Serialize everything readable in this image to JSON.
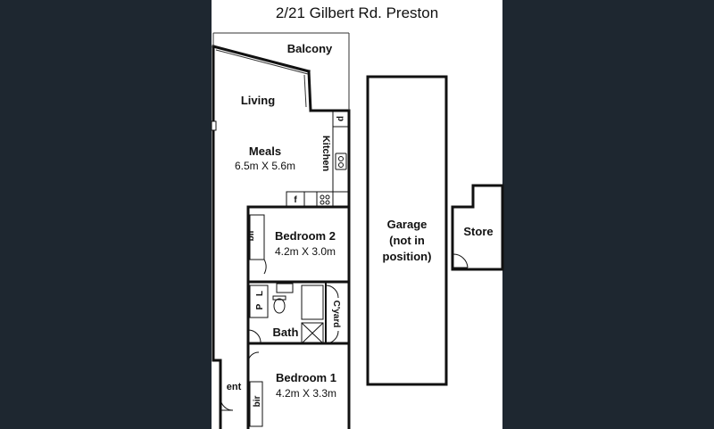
{
  "title": "2/21 Gilbert Rd. Preston",
  "rooms": {
    "balcony": "Balcony",
    "living": "Living",
    "meals": "Meals",
    "meals_dim": "6.5m X 5.6m",
    "kitchen": "Kitchen",
    "pantry": "p",
    "fridge": "f",
    "bed2": "Bedroom 2",
    "bed2_dim": "4.2m X 3.0m",
    "bed2_robe": "bir",
    "linen": "L",
    "linen_p": "P",
    "bath": "Bath",
    "courtyard": "C'yard",
    "bed1": "Bedroom 1",
    "bed1_dim": "4.2m X 3.3m",
    "bed1_robe": "bir",
    "entry": "ent",
    "garage_l1": "Garage",
    "garage_l2": "(not in",
    "garage_l3": "position)",
    "store": "Store"
  },
  "colors": {
    "background": "#1e2730",
    "paper": "#ffffff",
    "wall": "#111111"
  }
}
